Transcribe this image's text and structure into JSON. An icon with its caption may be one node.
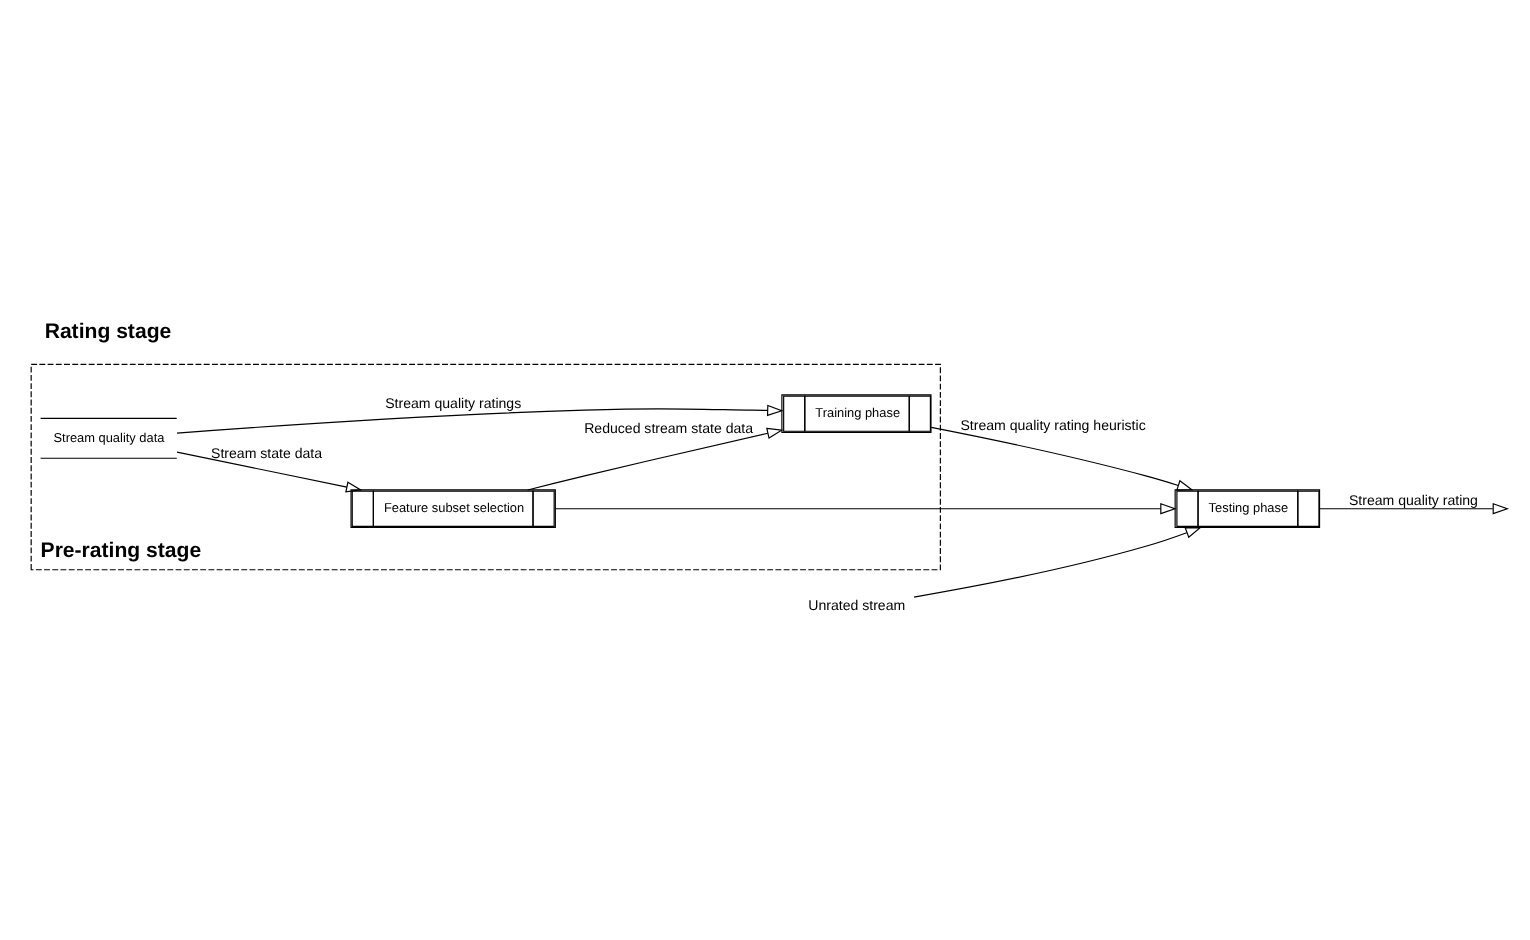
{
  "diagram": {
    "nodes": [
      {
        "text": [
          "Pre-rating stage"
        ]
      },
      {
        "text": [
          "Stream quality data"
        ],
        "in": 0
      },
      {
        "text": [
          "Feature subset selection"
        ],
        "in": 0
      },
      {
        "text": [
          "Training phase"
        ],
        "in": 0
      },
      {
        "text": [
          "Unrated stream"
        ]
      },
      {
        "text": [
          "Testing phase"
        ]
      }
    ],
    "edges": [
      {
        "from": 1,
        "to": 3,
        "arrow": "to",
        "label": "Stream quality ratings"
      },
      {
        "from": 1,
        "to": 2,
        "arrow": "to",
        "label": "Stream state data"
      },
      {
        "from": 2,
        "to": 3,
        "arrow": "to",
        "label": "Reduced stream state data"
      },
      {
        "from": 2,
        "to": 5,
        "arrow": "to"
      },
      {
        "from": 3,
        "to": 5,
        "arrow": "to",
        "label": "Stream quality rating heuristic"
      },
      {
        "from": 4,
        "to": 5,
        "arrow": "to"
      },
      {
        "from": 5,
        "to": null,
        "arrow": "to",
        "label": "Stream quality rating"
      }
    ],
    "labels": [
      "Rating stage"
    ]
  }
}
